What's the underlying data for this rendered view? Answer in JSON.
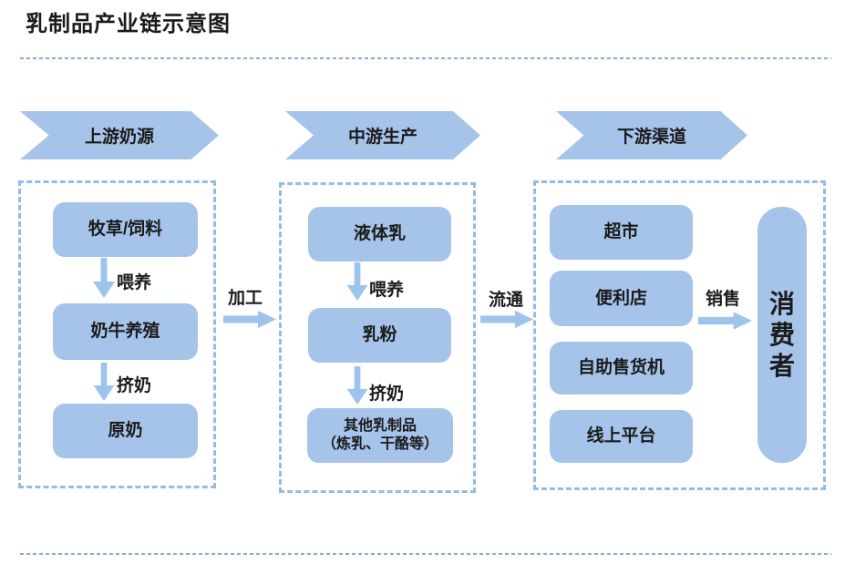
{
  "title": "乳制品产业链示意图",
  "stages": [
    {
      "banner": "上游奶源",
      "nodes": [
        {
          "label": "牧草/饲料"
        },
        {
          "label": "奶牛养殖"
        },
        {
          "label": "原奶"
        }
      ],
      "edges": [
        {
          "label": "喂养"
        },
        {
          "label": "挤奶"
        }
      ]
    },
    {
      "banner": "中游生产",
      "nodes": [
        {
          "label": "液体乳"
        },
        {
          "label": "乳粉"
        },
        {
          "label": "其他乳制品",
          "sublabel": "（炼乳、干酪等）"
        }
      ],
      "edges": [
        {
          "label": "喂养"
        },
        {
          "label": "挤奶"
        }
      ]
    },
    {
      "banner": "下游渠道",
      "channels": [
        {
          "label": "超市"
        },
        {
          "label": "便利店"
        },
        {
          "label": "自助售货机"
        },
        {
          "label": "线上平台"
        }
      ],
      "sales": {
        "label": "销售"
      },
      "consumer": {
        "label": "消费者"
      }
    }
  ],
  "connectors": [
    {
      "label": "加工"
    },
    {
      "label": "流通"
    }
  ],
  "colors": {
    "box_fill": "#a6c3ea",
    "dashed_border": "#94bbe8",
    "arrow": "#9ec3ec",
    "divider": "#84abdd",
    "text": "#1b1b1b"
  }
}
